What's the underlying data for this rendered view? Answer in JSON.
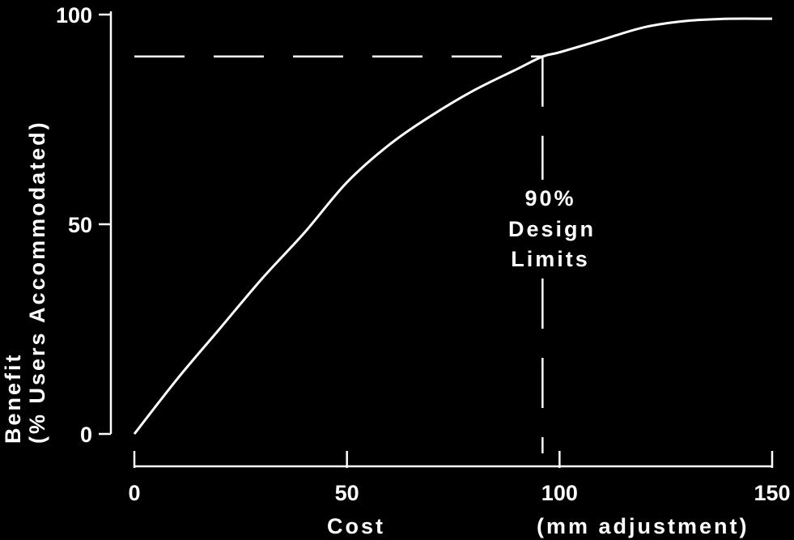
{
  "chart_data": {
    "type": "line",
    "title": "",
    "xlabel": "Cost",
    "xlabel_units": "(mm adjustment)",
    "ylabel": "Benefit",
    "ylabel_units": "(% Users Accommodated)",
    "xlim": [
      0,
      150
    ],
    "ylim": [
      0,
      100
    ],
    "x_ticks": [
      0,
      50,
      100,
      150
    ],
    "y_ticks": [
      0,
      50,
      100
    ],
    "grid": false,
    "series": [
      {
        "x": [
          0,
          10,
          20,
          30,
          40,
          50,
          60,
          70,
          80,
          90,
          96,
          100,
          110,
          120,
          130,
          140,
          150
        ],
        "y": [
          0,
          13,
          25,
          37,
          48,
          60,
          69,
          76,
          82,
          87,
          90,
          91,
          94,
          97,
          98.5,
          99,
          99
        ]
      }
    ],
    "annotations": [
      {
        "type": "reference_lines",
        "x": 96,
        "y": 90,
        "text": [
          "90%",
          "Design",
          "Limits"
        ]
      }
    ]
  }
}
